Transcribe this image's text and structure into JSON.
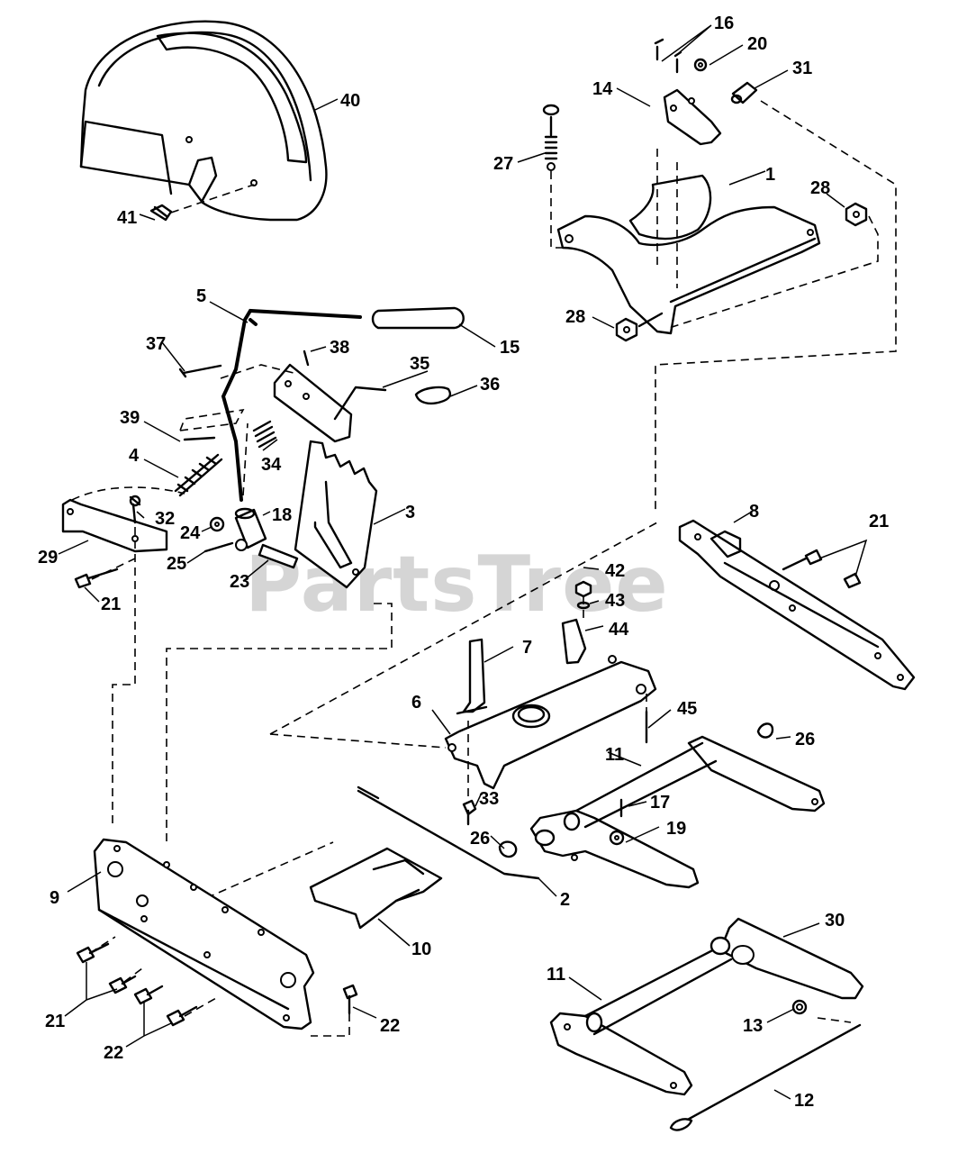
{
  "watermark": "PartsTree",
  "callouts": {
    "c1": "1",
    "c2": "2",
    "c3": "3",
    "c4": "4",
    "c5": "5",
    "c6": "6",
    "c7": "7",
    "c8": "8",
    "c9": "9",
    "c10": "10",
    "c11a": "11",
    "c11b": "11",
    "c12": "12",
    "c13": "13",
    "c14": "14",
    "c15": "15",
    "c16": "16",
    "c17": "17",
    "c18": "18",
    "c19": "19",
    "c20": "20",
    "c21a": "21",
    "c21b": "21",
    "c21c": "21",
    "c22a": "22",
    "c22b": "22",
    "c23": "23",
    "c24": "24",
    "c25": "25",
    "c26a": "26",
    "c26b": "26",
    "c27": "27",
    "c28a": "28",
    "c28b": "28",
    "c29": "29",
    "c30": "30",
    "c31": "31",
    "c32": "32",
    "c33": "33",
    "c34": "34",
    "c35": "35",
    "c36": "36",
    "c37": "37",
    "c38": "38",
    "c39": "39",
    "c40": "40",
    "c41": "41",
    "c42": "42",
    "c43": "43",
    "c44": "44",
    "c45": "45"
  }
}
